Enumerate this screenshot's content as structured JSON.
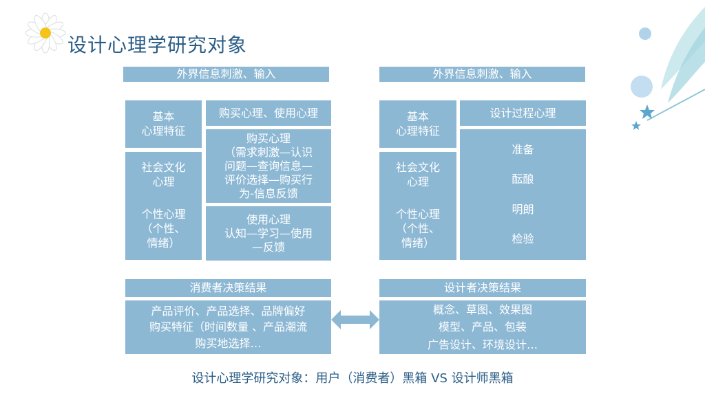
{
  "title": "设计心理学研究对象",
  "caption": "设计心理学研究对象：用户（消费者）黑箱 VS 设计师黑箱",
  "left": {
    "input": "外界信息刺激、输入",
    "basic": "基本\n心理特征",
    "social": "社会文化\n心理",
    "personality": "个性心理\n（个性、\n情绪）",
    "header": "购买心理、使用心理",
    "buying": "购买心理\n（需求刺激—认识\n问题—查询信息—\n评价选择—购买行\n为-信息反馈",
    "using": "使用心理\n认知—学习—使用\n—反馈",
    "result_title": "消费者决策结果",
    "result_body": "产品评价、产品选择、品牌偏好\n购买特征（时间数量 、产品潮流\n购买地选择…"
  },
  "right": {
    "input": "外界信息刺激、输入",
    "basic": "基本\n心理特征",
    "social": "社会文化\n心理",
    "personality": "个性心理\n（个性、\n情绪）",
    "header": "设计过程心理",
    "stages": [
      "准备",
      "酝酿",
      "明朗",
      "检验"
    ],
    "result_title": "设计者决策结果",
    "result_body": "概念、草图、效果图\n模型、产品、包装\n广告设计、环境设计…"
  },
  "colors": {
    "box": "#8db8d4",
    "arrow": "#8db8d4",
    "title": "#2a5d86",
    "text": "#ffffff"
  },
  "icons": [
    "daisy-flower-icon",
    "feather-decoration-icon",
    "double-arrow-icon",
    "down-arrow-icon"
  ]
}
